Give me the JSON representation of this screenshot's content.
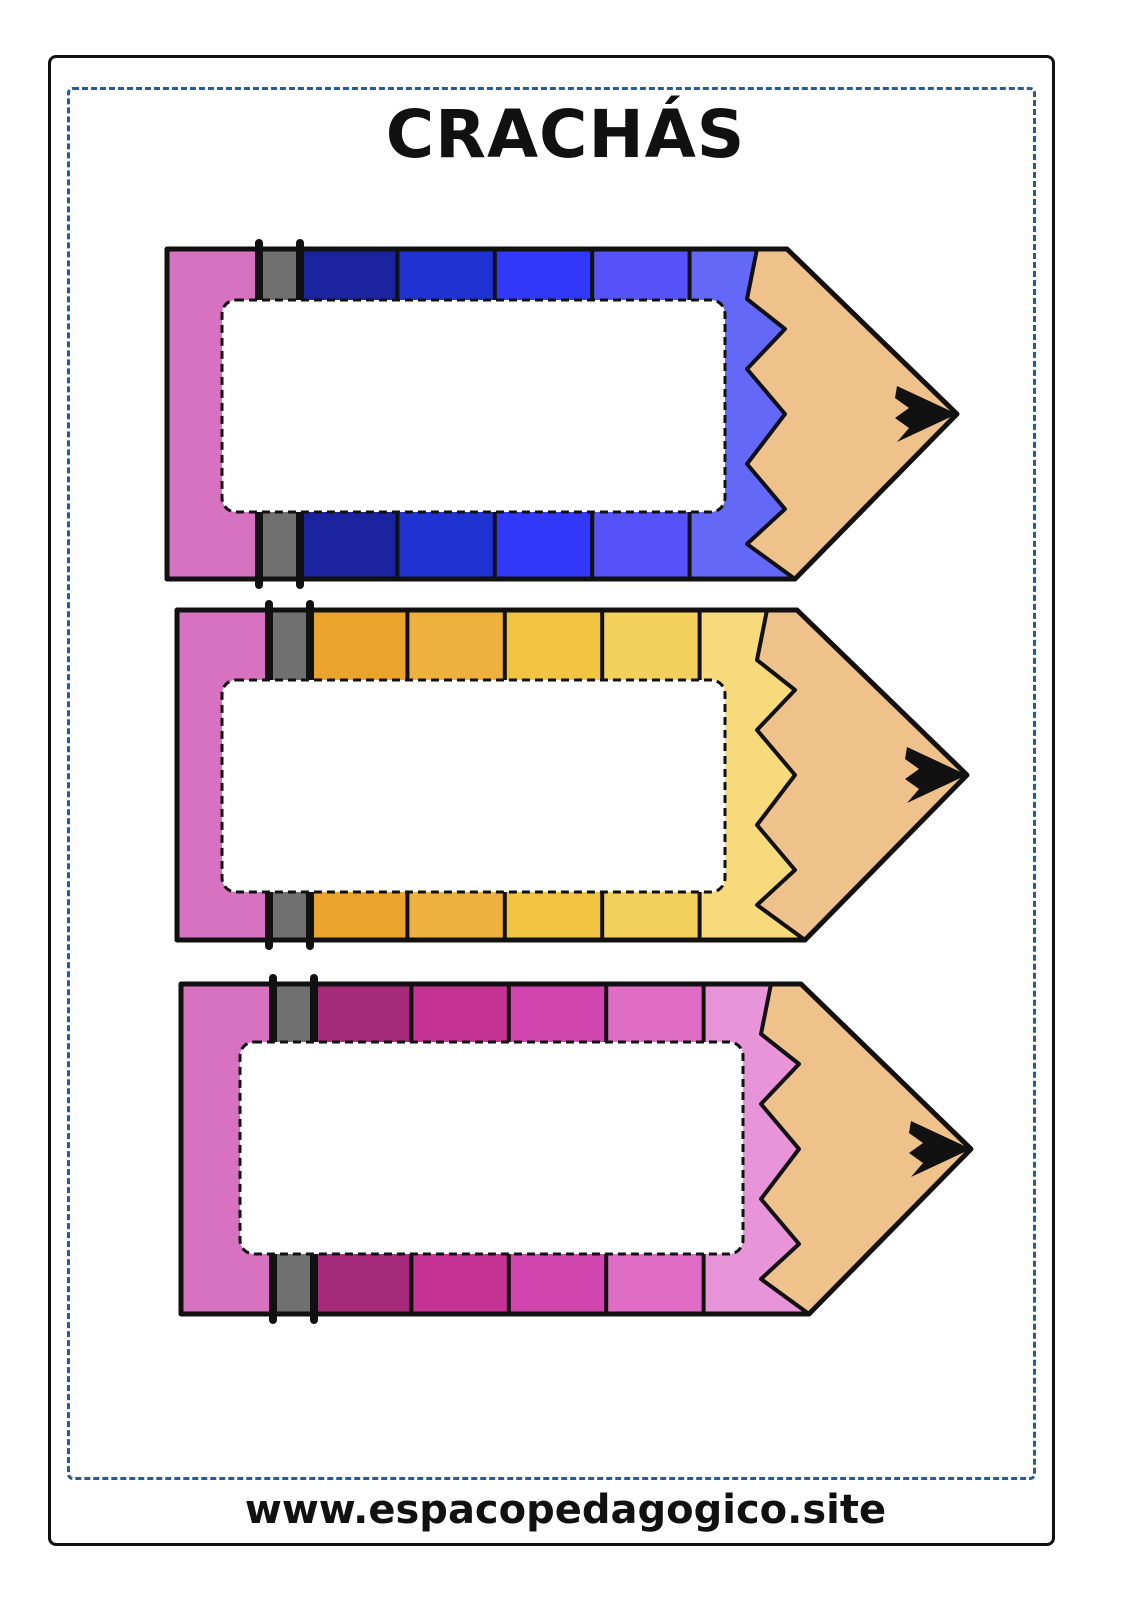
{
  "page": {
    "title": "CRACHÁS",
    "footer_url": "www.espacopedagogico.site"
  },
  "colors": {
    "cut_border": "#2b5a92",
    "pencil_end": "#d672bf",
    "ferrule": "#707070",
    "wood": "#efc28b",
    "lead": "#111111"
  },
  "badges": [
    {
      "name": "blue-pencil-badge",
      "color_name": "blue",
      "stripes": [
        "#1b239e",
        "#1f32d2",
        "#3138f8",
        "#5452f8",
        "#6468f6"
      ]
    },
    {
      "name": "yellow-pencil-badge",
      "color_name": "yellow",
      "stripes": [
        "#eba42b",
        "#efb13d",
        "#f1c441",
        "#f3d05c",
        "#f6da7b"
      ]
    },
    {
      "name": "pink-pencil-badge",
      "color_name": "pink",
      "stripes": [
        "#a52a79",
        "#c53494",
        "#d145af",
        "#e06dc5",
        "#e894d8"
      ]
    }
  ]
}
